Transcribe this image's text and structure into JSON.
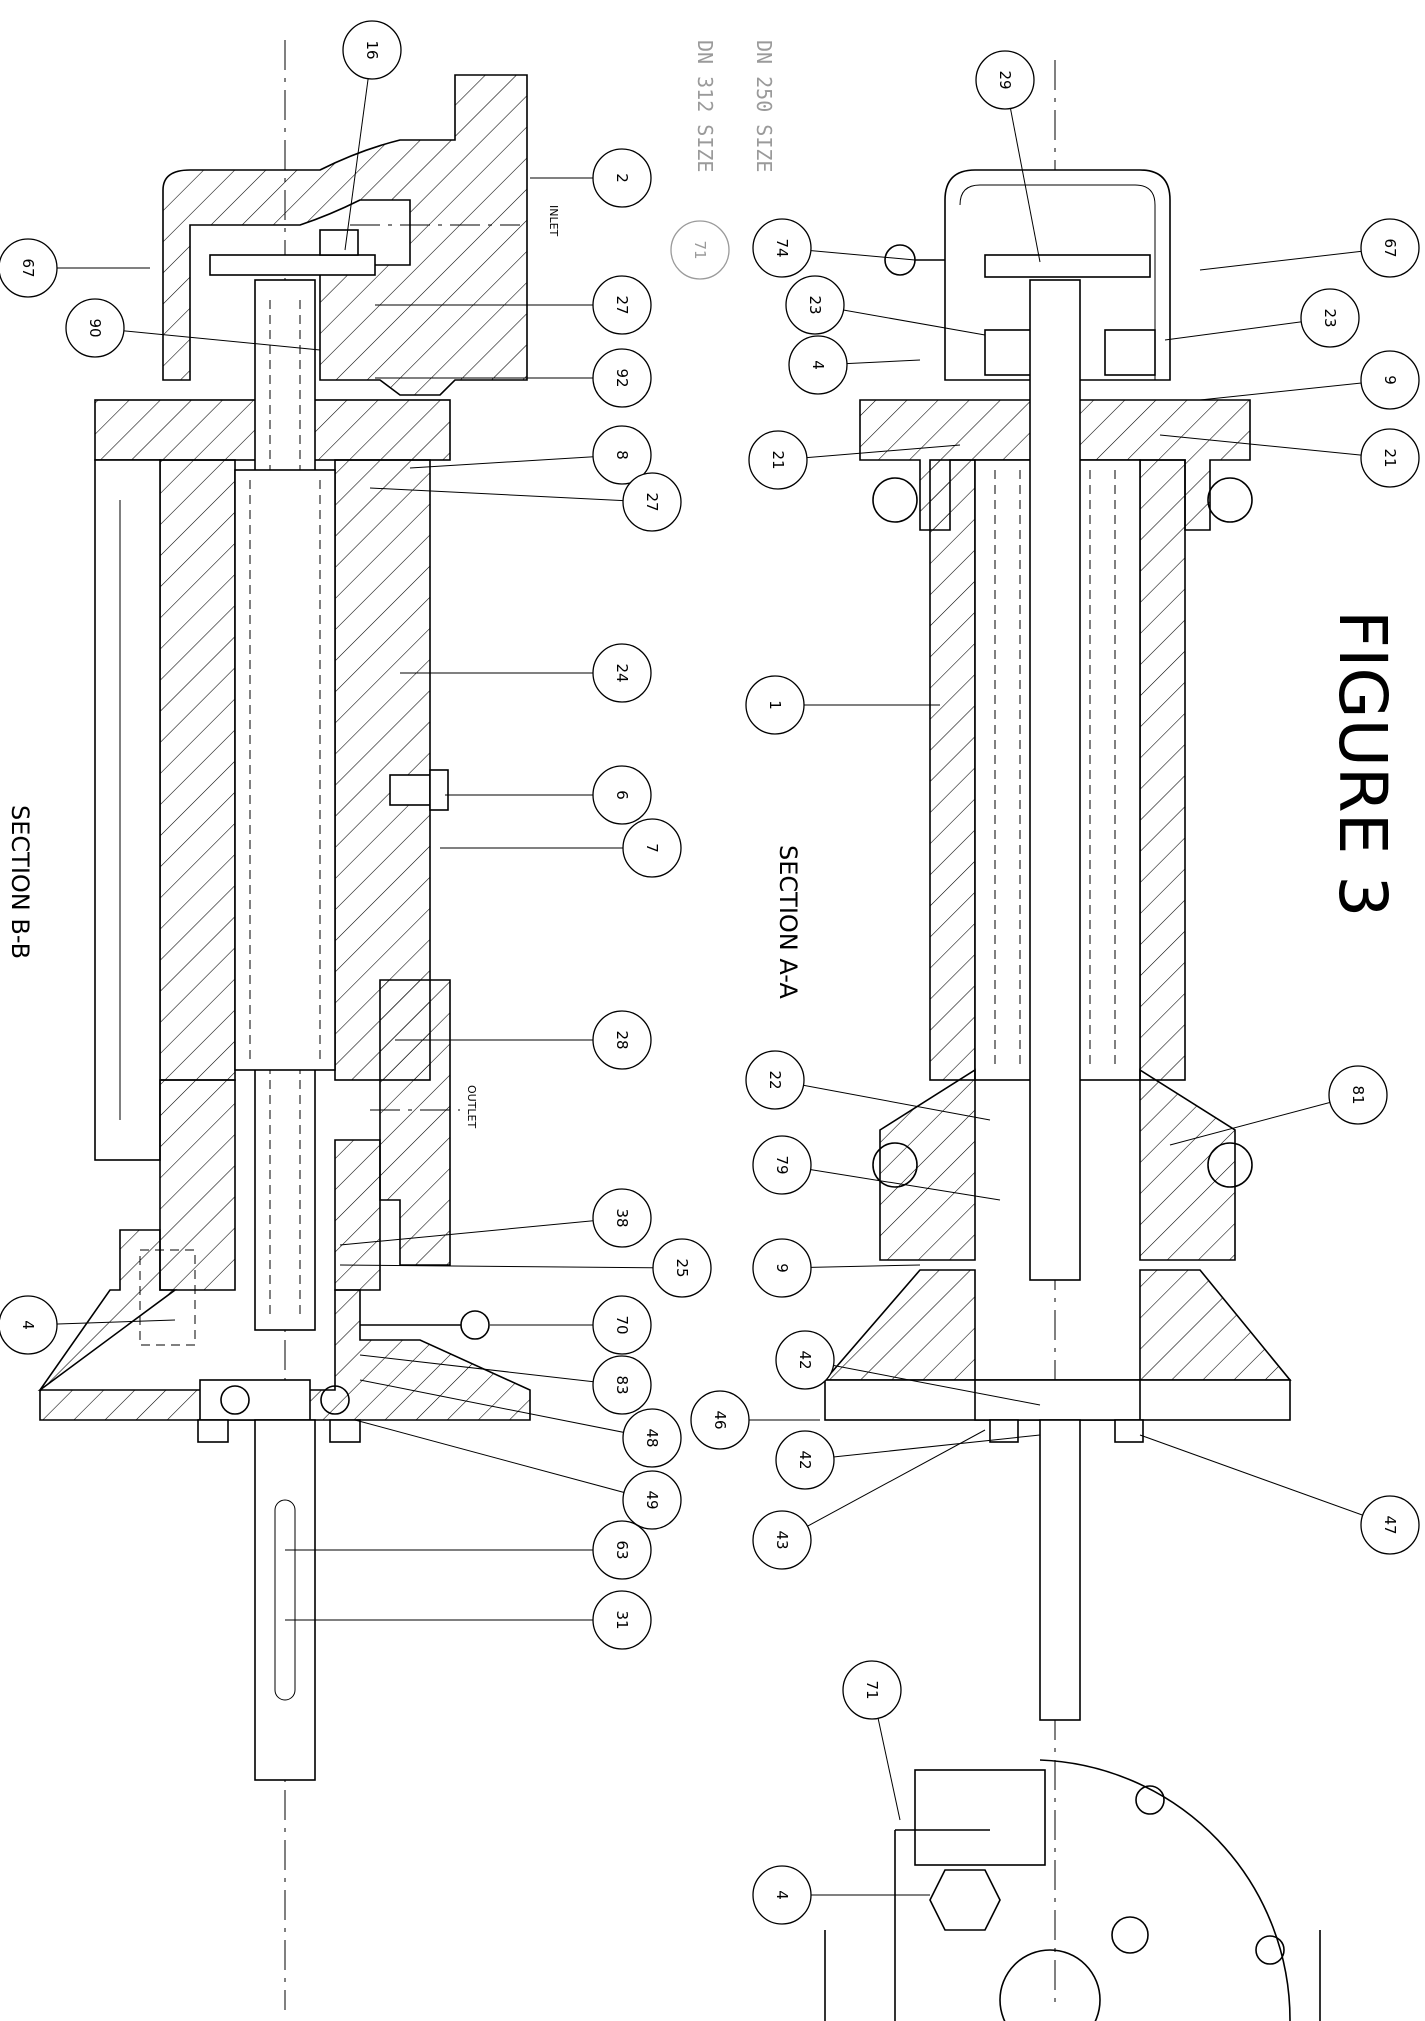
{
  "title": "FIGURE 3",
  "section_labels": {
    "a": "SECTION A-A",
    "b": "SECTION B-B"
  },
  "flow_labels": {
    "inlet": "INLET",
    "outlet": "OUTLET"
  },
  "size_notes": {
    "dn250": "DN 250 SIZE",
    "dn312": "DN 312 SIZE"
  },
  "balloons": [
    "16",
    "2",
    "67",
    "90",
    "27",
    "92",
    "8",
    "27",
    "24",
    "6",
    "7",
    "28",
    "38",
    "25",
    "4",
    "70",
    "83",
    "48",
    "49",
    "63",
    "31",
    "29",
    "74",
    "71",
    "23",
    "4",
    "21",
    "1",
    "22",
    "79",
    "9",
    "42",
    "46",
    "42",
    "43",
    "67",
    "23",
    "9",
    "21",
    "81",
    "47",
    "71",
    "4"
  ]
}
